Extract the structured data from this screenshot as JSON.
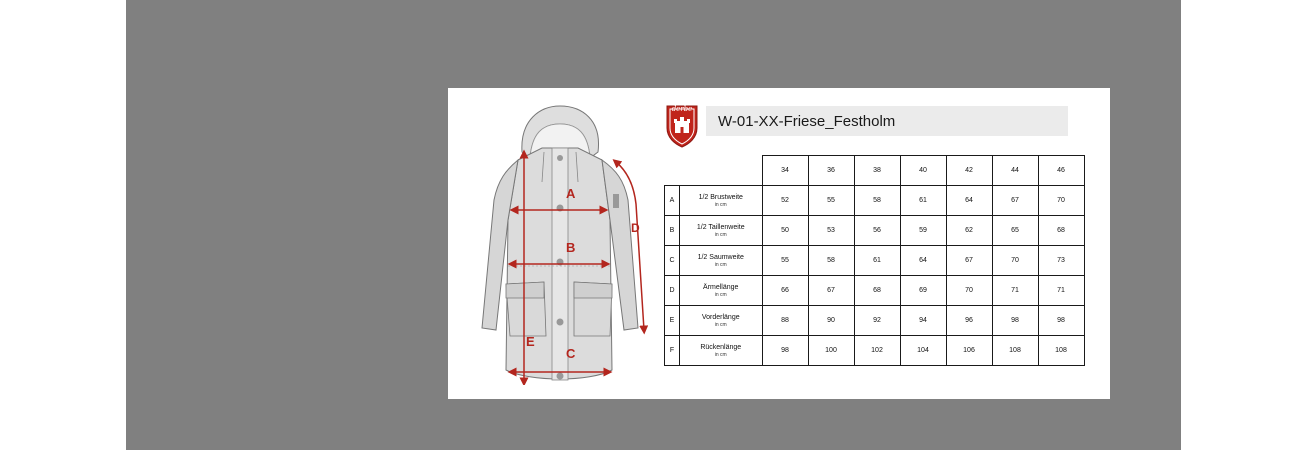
{
  "document": {
    "title": "W-01-XX-Friese_Festholm",
    "brand_logo_text": "derbe",
    "accent_color": "#b3261e",
    "measure_letters": [
      "A",
      "B",
      "C",
      "D",
      "E"
    ]
  },
  "size_table": {
    "sizes": [
      "34",
      "36",
      "38",
      "40",
      "42",
      "44",
      "46"
    ],
    "rows": [
      {
        "letter": "A",
        "label": "1/2 Brustweite",
        "unit": "in cm",
        "values": [
          "52",
          "55",
          "58",
          "61",
          "64",
          "67",
          "70"
        ]
      },
      {
        "letter": "B",
        "label": "1/2 Taillenweite",
        "unit": "in cm",
        "values": [
          "50",
          "53",
          "56",
          "59",
          "62",
          "65",
          "68"
        ]
      },
      {
        "letter": "C",
        "label": "1/2 Saumweite",
        "unit": "in cm",
        "values": [
          "55",
          "58",
          "61",
          "64",
          "67",
          "70",
          "73"
        ]
      },
      {
        "letter": "D",
        "label": "Ärmellänge",
        "unit": "in cm",
        "values": [
          "66",
          "67",
          "68",
          "69",
          "70",
          "71",
          "71"
        ]
      },
      {
        "letter": "E",
        "label": "Vorderlänge",
        "unit": "in cm",
        "values": [
          "88",
          "90",
          "92",
          "94",
          "96",
          "98",
          "98"
        ]
      },
      {
        "letter": "F",
        "label": "Rückenlänge",
        "unit": "in cm",
        "values": [
          "98",
          "100",
          "102",
          "104",
          "106",
          "108",
          "108"
        ]
      }
    ]
  }
}
